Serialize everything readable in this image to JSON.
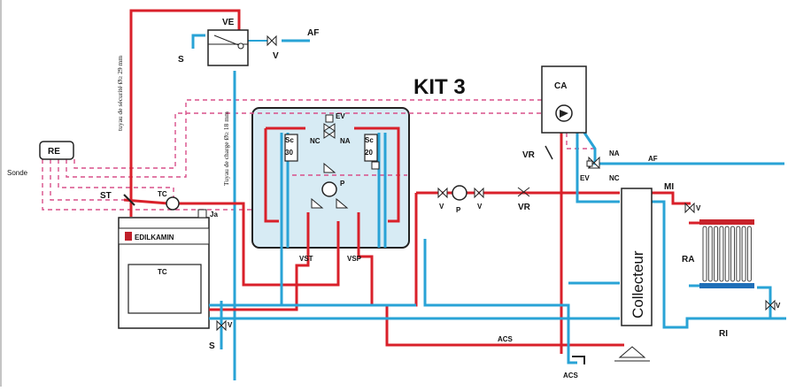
{
  "labels": {
    "ve": "VE",
    "af_top": "AF",
    "s_top": "S",
    "v_top": "V",
    "kit": "KIT 3",
    "ca": "CA",
    "re": "RE",
    "sonde": "Sonde",
    "st": "ST",
    "tc_sensor": "TC",
    "ja": "Ja",
    "brand": "EDILKAMIN",
    "tc_boiler": "TC",
    "v_bottom": "V",
    "s_bottom": "S",
    "ev_kit": "EV",
    "nc_kit": "NC",
    "na_kit": "NA",
    "sc30_a": "Sc",
    "sc30_b": "30",
    "sc20_a": "Sc",
    "sc20_b": "20",
    "p_kit": "P",
    "vst": "VST",
    "vsp": "VSP",
    "vr_vertical": "VR",
    "v_left": "V",
    "p_main": "P",
    "v_right": "V",
    "vr_horizontal": "VR",
    "na_right": "NA",
    "af_right": "AF",
    "ev_right": "EV",
    "nc_right": "NC",
    "mi": "MI",
    "v_mi": "V",
    "collecteur": "Collecteur",
    "ra": "RA",
    "v_ri": "V",
    "ri": "RI",
    "acs_mid": "ACS",
    "acs_bottom": "ACS",
    "vertical_safety": "tuyau de sécurité Ø≥ 29 mm",
    "vertical_charge": "Tuyau de charge Ø≥ 18 mm"
  },
  "colors": {
    "hot_pipe": "#d9202a",
    "cold_pipe": "#29a3d6",
    "control_wire": "#d8508a",
    "kit_panel": "#d7ebf4"
  }
}
